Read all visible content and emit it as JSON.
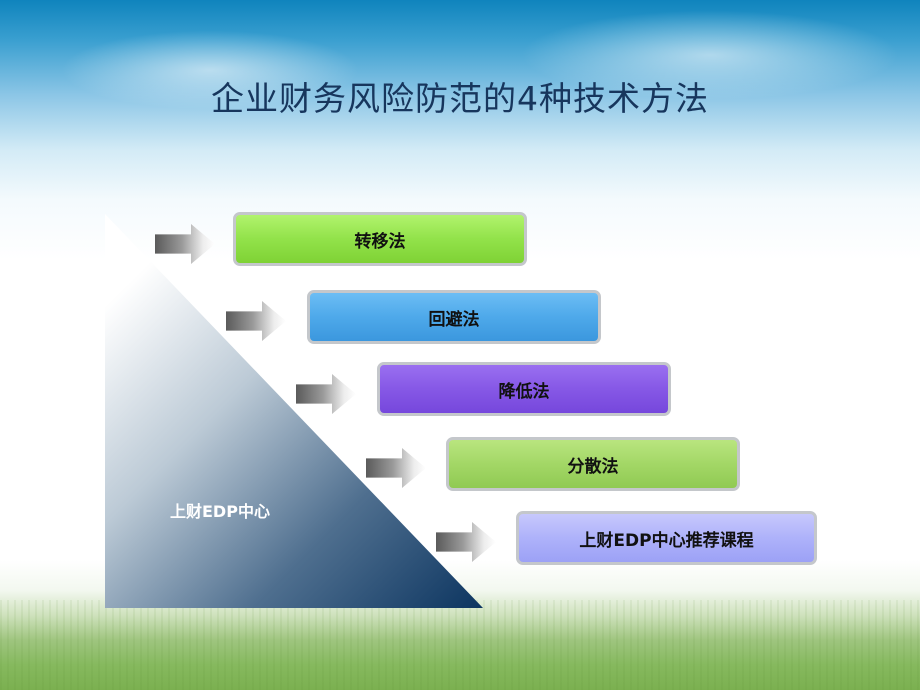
{
  "slide": {
    "title": "企业财务风险防范的4种技术方法",
    "triangle_label": "上财EDP中心",
    "steps": [
      {
        "label": "转移法",
        "color": "#92e24a"
      },
      {
        "label": "回避法",
        "color": "#4ea9ea"
      },
      {
        "label": "降低法",
        "color": "#8658e6"
      },
      {
        "label": "分散法",
        "color": "#a3d766"
      },
      {
        "label": "上财EDP中心推荐课程",
        "color": "#aeb2fa"
      }
    ]
  }
}
